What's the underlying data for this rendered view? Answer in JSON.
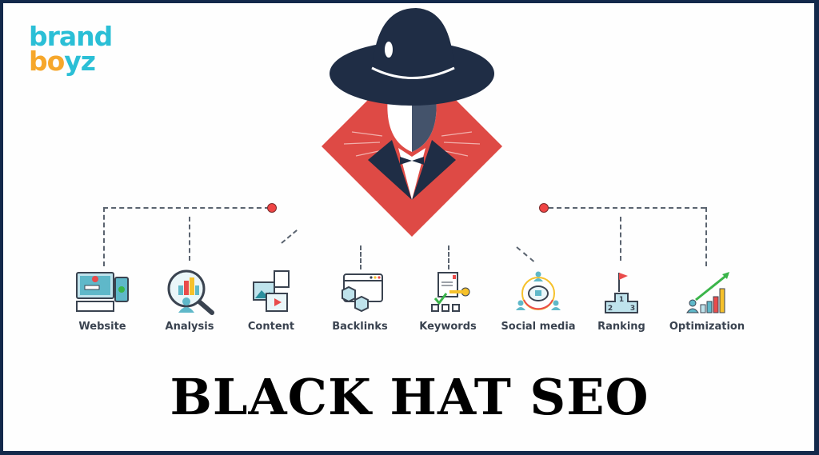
{
  "brand": {
    "logo_line1": "brand",
    "logo_line2_o": "o",
    "logo_line2_b": "b",
    "logo_line2_rest": "yz",
    "colors": {
      "primary": "#2bbfd6",
      "accent": "#f6a72b"
    }
  },
  "hero": {
    "icon": "black-hat-man-icon",
    "diamond_color": "#de4a45",
    "hat_color": "#1f2d45"
  },
  "items": [
    {
      "label": "Website",
      "icon": "website-icon"
    },
    {
      "label": "Analysis",
      "icon": "analysis-icon"
    },
    {
      "label": "Content",
      "icon": "content-icon"
    },
    {
      "label": "Backlinks",
      "icon": "backlinks-icon"
    },
    {
      "label": "Keywords",
      "icon": "keywords-icon"
    },
    {
      "label": "Social media",
      "icon": "social-media-icon"
    },
    {
      "label": "Ranking",
      "icon": "ranking-icon"
    },
    {
      "label": "Optimization",
      "icon": "optimization-icon"
    }
  ],
  "title": "BLACK HAT SEO",
  "colors": {
    "border": "#13294b",
    "connector": "#5b6470",
    "node_dot": "#ef4444"
  }
}
